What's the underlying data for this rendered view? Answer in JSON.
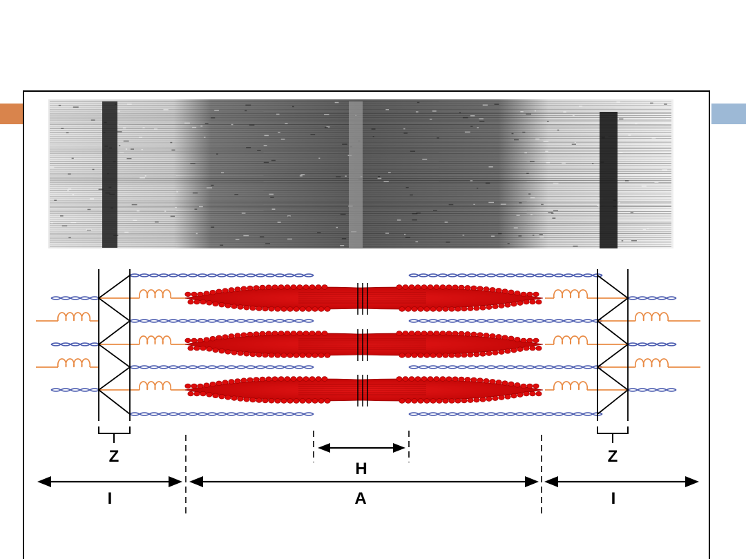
{
  "colors": {
    "accent_left": "#D9844C",
    "accent_right": "#9DB9D6",
    "myosin": "#DD0B0B",
    "myosin_dark": "#9A0000",
    "actin": "#4C5DB0",
    "titin": "#E98B45",
    "line": "#000000"
  },
  "labels": {
    "z_left": "Z",
    "z_right": "Z",
    "h_zone": "H",
    "i_left": "I",
    "a_band": "A",
    "i_right": "I"
  },
  "icons": {
    "micrograph": "electron-micrograph-sarcomere",
    "thick_filament": "myosin-thick-filament",
    "thin_filament": "actin-thin-filament",
    "elastic_filament": "titin-spring"
  }
}
